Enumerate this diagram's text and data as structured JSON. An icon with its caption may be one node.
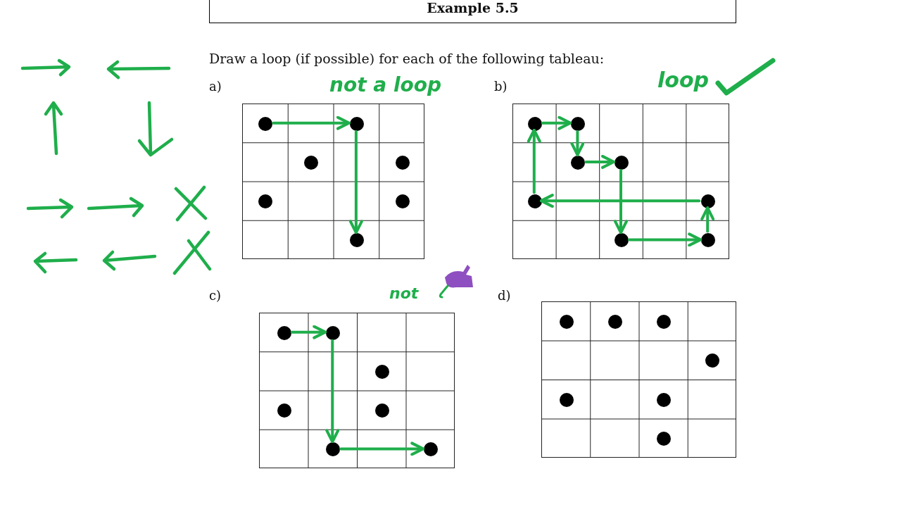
{
  "diagram": {
    "title": "Example 5.5",
    "nodes": [
      {
        "text": [],
        "shape": "grid"
      },
      {
        "text": [],
        "shape": "circle",
        "in": 0
      },
      {
        "text": [],
        "shape": "circle",
        "in": 0
      },
      {
        "text": [],
        "shape": "circle",
        "in": 0
      },
      {
        "text": [],
        "shape": "circle",
        "in": 0
      },
      {
        "text": [],
        "shape": "circle",
        "in": 0
      },
      {
        "text": [],
        "shape": "circle",
        "in": 0
      },
      {
        "text": [],
        "shape": "circle",
        "in": 0
      },
      {
        "text": [],
        "shape": "grid"
      },
      {
        "text": [],
        "shape": "circle",
        "in": 8
      },
      {
        "text": [],
        "shape": "circle",
        "in": 8
      },
      {
        "text": [],
        "shape": "circle",
        "in": 8
      },
      {
        "text": [],
        "shape": "circle",
        "in": 8
      },
      {
        "text": [],
        "shape": "circle",
        "in": 8
      },
      {
        "text": [],
        "shape": "circle",
        "in": 8
      },
      {
        "text": [],
        "shape": "circle",
        "in": 8
      },
      {
        "text": [],
        "shape": "circle",
        "in": 8
      },
      {
        "text": [],
        "shape": "grid"
      },
      {
        "text": [],
        "shape": "circle",
        "in": 17
      },
      {
        "text": [],
        "shape": "circle",
        "in": 17
      },
      {
        "text": [],
        "shape": "circle",
        "in": 17
      },
      {
        "text": [],
        "shape": "circle",
        "in": 17
      },
      {
        "text": [],
        "shape": "circle",
        "in": 17
      },
      {
        "text": [],
        "shape": "circle",
        "in": 17
      },
      {
        "text": [],
        "shape": "circle",
        "in": 17
      },
      {
        "text": [],
        "shape": "grid"
      },
      {
        "text": [],
        "shape": "circle",
        "in": 25
      },
      {
        "text": [],
        "shape": "circle",
        "in": 25
      },
      {
        "text": [],
        "shape": "circle",
        "in": 25
      },
      {
        "text": [],
        "shape": "circle",
        "in": 25
      },
      {
        "text": [],
        "shape": "circle",
        "in": 25
      },
      {
        "text": [],
        "shape": "circle",
        "in": 25
      },
      {
        "text": [],
        "shape": "circle",
        "in": 25
      }
    ],
    "edges": [
      {
        "from": 1,
        "to": 2,
        "arrow": "to"
      },
      {
        "from": 2,
        "to": 7,
        "arrow": "to"
      },
      {
        "from": 9,
        "to": 10,
        "arrow": "to"
      },
      {
        "from": 10,
        "to": 11,
        "arrow": "to"
      },
      {
        "from": 11,
        "to": 12,
        "arrow": "to"
      },
      {
        "from": 12,
        "to": 15,
        "arrow": "to"
      },
      {
        "from": 15,
        "to": 16,
        "arrow": "to"
      },
      {
        "from": 16,
        "to": 14,
        "arrow": "to"
      },
      {
        "from": 14,
        "to": 13,
        "arrow": "to"
      },
      {
        "from": 13,
        "to": 9,
        "arrow": "to"
      },
      {
        "from": 18,
        "to": 19,
        "arrow": "to"
      },
      {
        "from": 19,
        "to": 23,
        "arrow": "to"
      },
      {
        "from": 23,
        "to": 24,
        "arrow": "to"
      }
    ],
    "labels": [
      "Draw a loop (if possible) for each of the following tableau:",
      "a)",
      "not a loop",
      "b)",
      "loop",
      "c)",
      "not",
      "d)"
    ]
  }
}
